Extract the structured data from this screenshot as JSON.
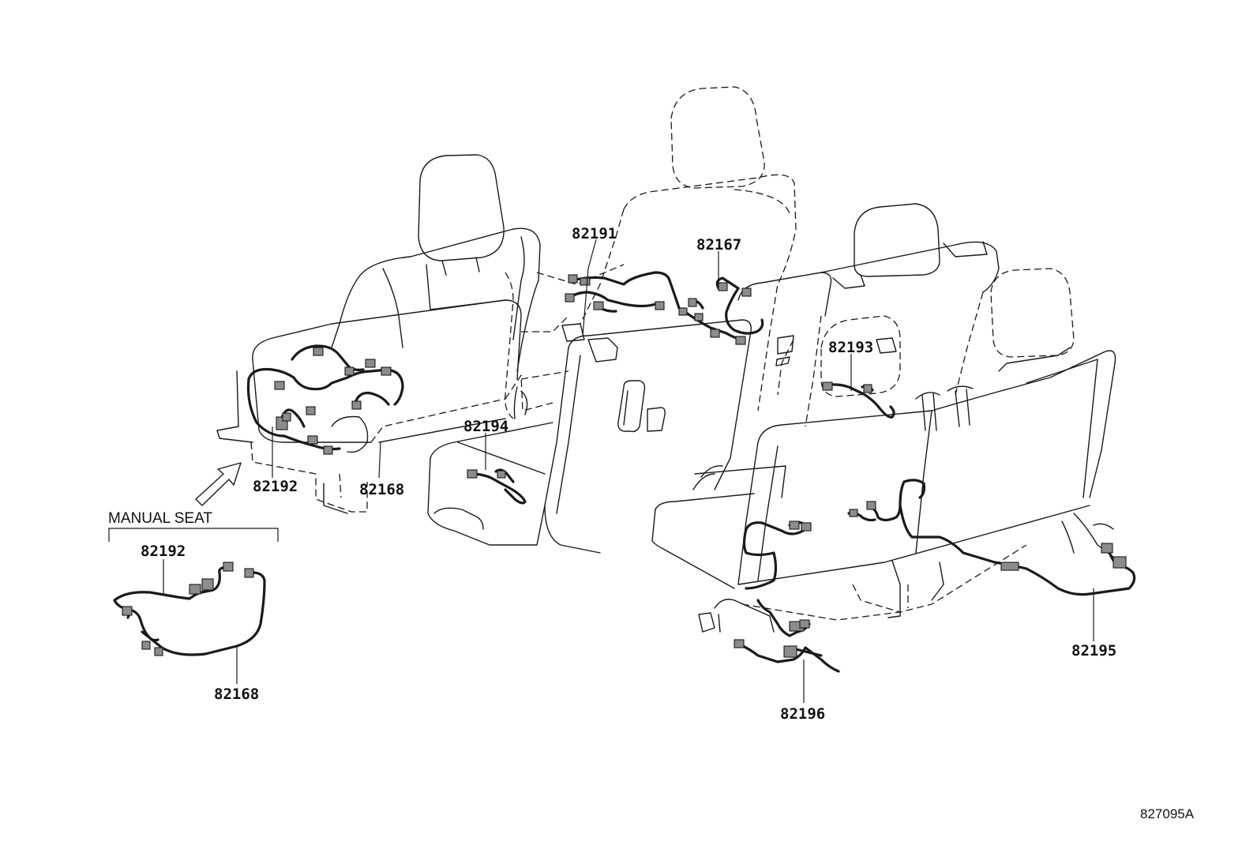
{
  "figure_id": "827095A",
  "inset": {
    "caption": "MANUAL SEAT"
  },
  "parts": {
    "p82191": "82191",
    "p82167": "82167",
    "p82193": "82193",
    "p82194": "82194",
    "p82192": "82192",
    "p82168": "82168",
    "p82195": "82195",
    "p82196": "82196",
    "inset_82192": "82192",
    "inset_82168": "82168"
  },
  "colors": {
    "line": "#1a1a1a",
    "connector": "#8c8c8c",
    "background": "#ffffff"
  }
}
